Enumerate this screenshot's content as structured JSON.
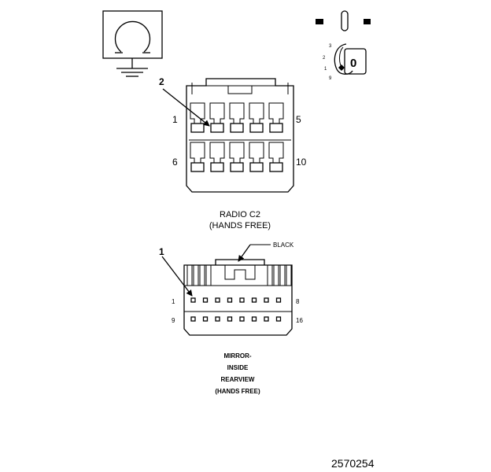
{
  "symbols": {
    "ground_icon": "ground-symbol-icon",
    "ignition_icon": "ignition-key-icon"
  },
  "ignition": {
    "positions": [
      "3",
      "2",
      "1",
      "9"
    ],
    "key_label": "0"
  },
  "radio_connector": {
    "callout": "2",
    "pin_left_top": "1",
    "pin_right_top": "5",
    "pin_left_bottom": "6",
    "pin_right_bottom": "10",
    "caption_line1": "RADIO C2",
    "caption_line2": "(HANDS FREE)"
  },
  "mirror_connector": {
    "callout": "1",
    "color_label": "BLACK",
    "pin_left_top": "1",
    "pin_right_top": "8",
    "pin_left_bottom": "9",
    "pin_right_bottom": "16",
    "caption_lines": [
      "MIRROR-",
      "INSIDE",
      "REARVIEW",
      "(HANDS FREE)"
    ]
  },
  "figure_number": "2570254"
}
